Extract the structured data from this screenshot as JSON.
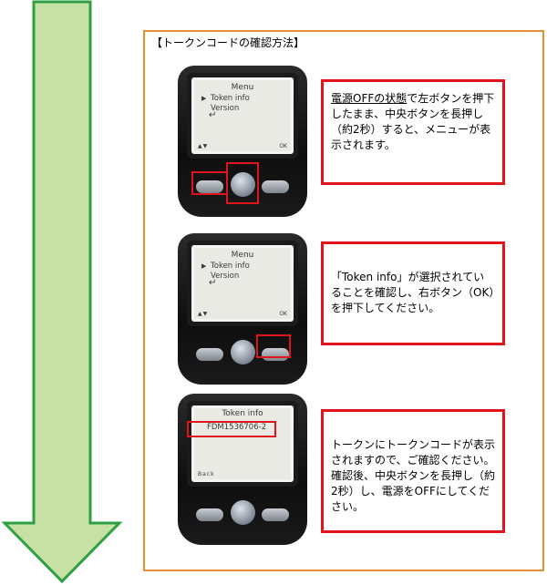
{
  "panel": {
    "title": "【トークンコードの確認方法】"
  },
  "steps": [
    {
      "screen": {
        "title": "Menu",
        "items": [
          "Token info",
          "Version"
        ],
        "return_symbol": "↵",
        "soft_left": "▲▼",
        "soft_right": "OK"
      },
      "text_underlined": "電源OFFの状態",
      "text_rest": "で左ボタンを押下したまま、中央ボタンを長押し（約2秒）すると、メニューが表示されます。"
    },
    {
      "screen": {
        "title": "Menu",
        "items": [
          "Token info",
          "Version"
        ],
        "return_symbol": "↵",
        "soft_left": "▲▼",
        "soft_right": "OK"
      },
      "text": "「Token info」が選択されていることを確認し、右ボタン（OK）を押下してください。"
    },
    {
      "screen": {
        "title": "Token info",
        "code": "FDM1536706-2",
        "soft_left": "Back"
      },
      "text": "トークンにトークンコードが表示されますので、ご確認ください。確認後、中央ボタンを長押し（約2秒）し、電源をOFFにしてください。"
    }
  ],
  "colors": {
    "arrow_fill": "#c6e0a6",
    "arrow_stroke": "#2ea043",
    "panel_border": "#e8912f",
    "highlight": "#e0141c"
  },
  "icons": {
    "flow": "down-arrow-icon"
  }
}
